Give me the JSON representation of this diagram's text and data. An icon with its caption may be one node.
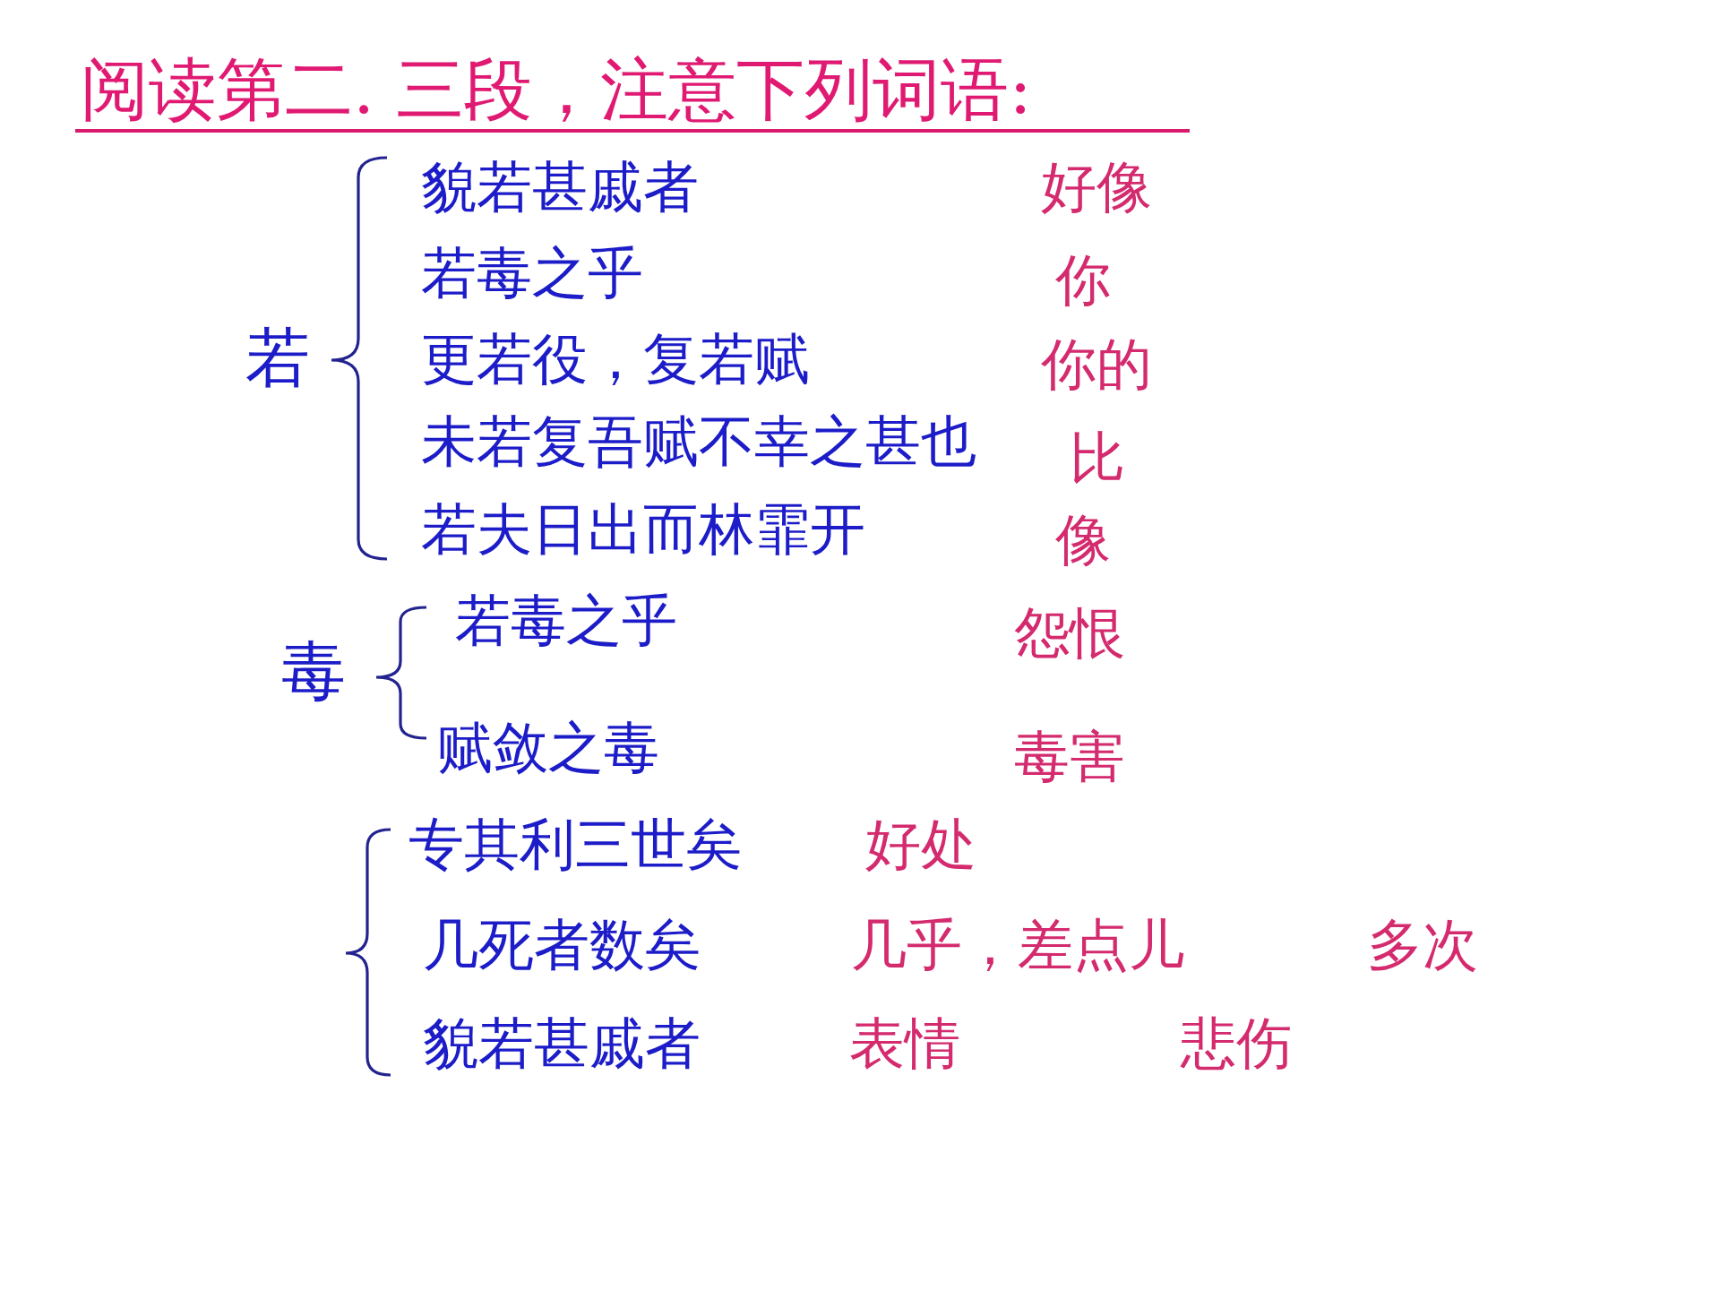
{
  "diagram": {
    "title": "阅读第二. 三段，注意下列词语:",
    "labels": [
      "若",
      "貌若甚戚者",
      "好像",
      "若毒之乎",
      "你",
      "更若役，复若赋",
      "你的",
      "未若复吾赋不幸之甚也",
      "比",
      "若夫日出而林霏开",
      "像",
      "毒",
      "若毒之乎",
      "怨恨",
      "赋敛之毒",
      "毒害",
      "专其利三世矣",
      "好处",
      "几死者数矣",
      "几乎，差点儿",
      "多次",
      "貌若甚戚者",
      "表情",
      "悲伤"
    ]
  }
}
